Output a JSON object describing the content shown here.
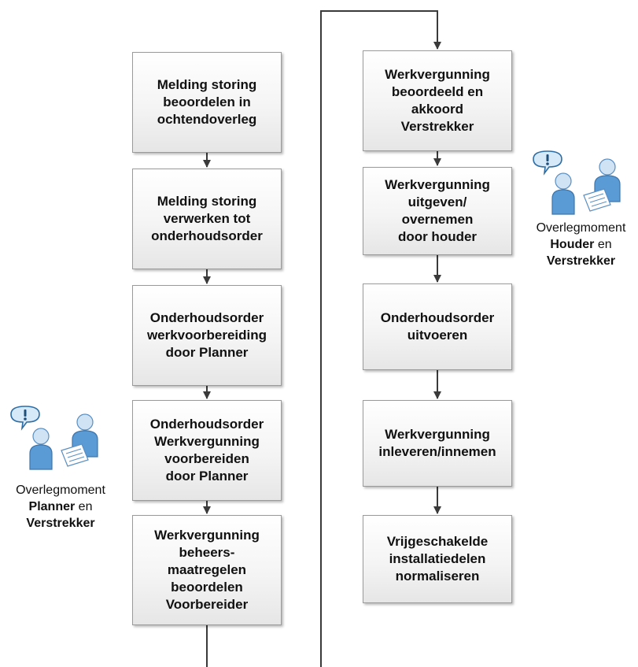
{
  "left_column": [
    {
      "label": "Melding storing\nbeoordelen in\nochtendoverleg"
    },
    {
      "label": "Melding storing\nverwerken tot\nonderhoudsorder"
    },
    {
      "label": "Onderhoudsorder\nwerkvoorbereiding\ndoor Planner"
    },
    {
      "label": "Onderhoudsorder\nWerkvergunning\nvoorbereiden\ndoor Planner"
    },
    {
      "label": "Werkvergunning\nbeheers-\nmaatregelen\nbeoordelen\nVoorbereider"
    }
  ],
  "right_column": [
    {
      "label": "Werkvergunning\nbeoordeeld en\nakkoord\nVerstrekker"
    },
    {
      "label": "Werkvergunning\nuitgeven/\novernemen\ndoor houder"
    },
    {
      "label": "Onderhoudsorder\nuitvoeren"
    },
    {
      "label": "Werkvergunning\ninleveren/innemen"
    },
    {
      "label": "Vrijgeschakelde\ninstallatiedelen\nnormaliseren"
    }
  ],
  "meeting_left": {
    "line1": "Overlegmoment",
    "role": "Planner",
    "joiner": "en",
    "role2": "Verstrekker"
  },
  "meeting_right": {
    "line1": "Overlegmoment",
    "role": "Houder",
    "joiner": "en",
    "role2": "Verstrekker"
  },
  "colors": {
    "connector": "#3a3a3a",
    "person_body": "#5b9bd5",
    "person_head": "#cfe3f5",
    "bubble_fill": "#d6e9f8",
    "bubble_stroke": "#2e6da4"
  },
  "icons": [
    "speech-bubble-icon",
    "person-icon",
    "person-at-desk-icon",
    "document-icon"
  ]
}
